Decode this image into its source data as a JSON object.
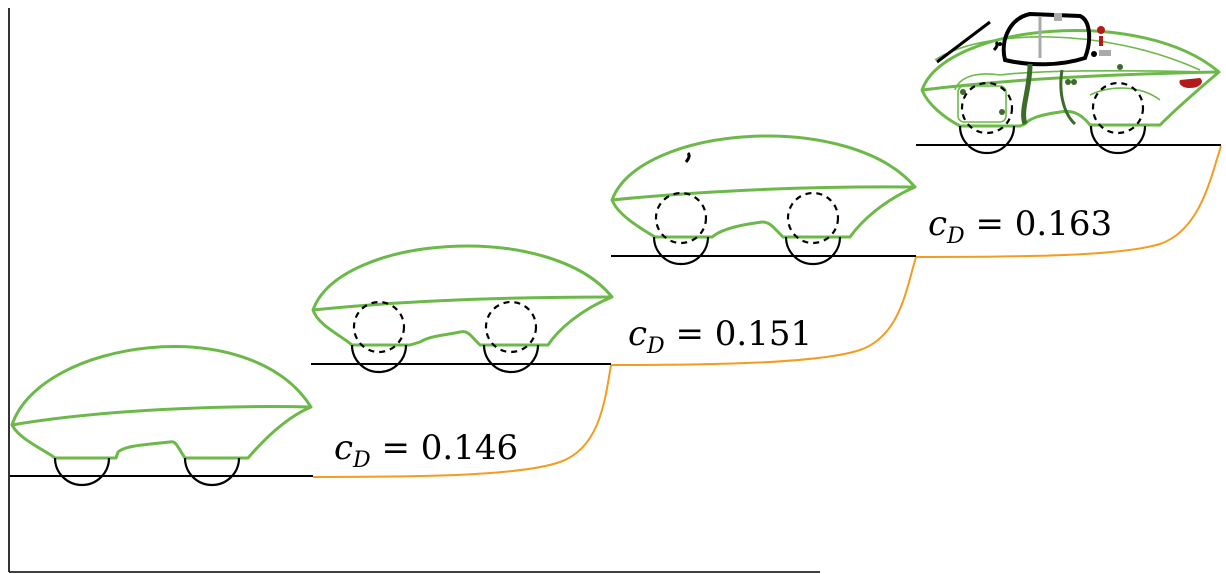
{
  "labels": [
    {
      "base": "c",
      "sub": "D",
      "rel": " = ",
      "value": "0.146"
    },
    {
      "base": "c",
      "sub": "D",
      "rel": " = ",
      "value": "0.151"
    },
    {
      "base": "c",
      "sub": "D",
      "rel": " = ",
      "value": "0.163"
    }
  ],
  "colors": {
    "body_outline": "#6cb94a",
    "connector": "#f39c1f",
    "ground": "#000000",
    "accent_red": "#b31b1b",
    "dark_green": "#3d6b2a"
  }
}
